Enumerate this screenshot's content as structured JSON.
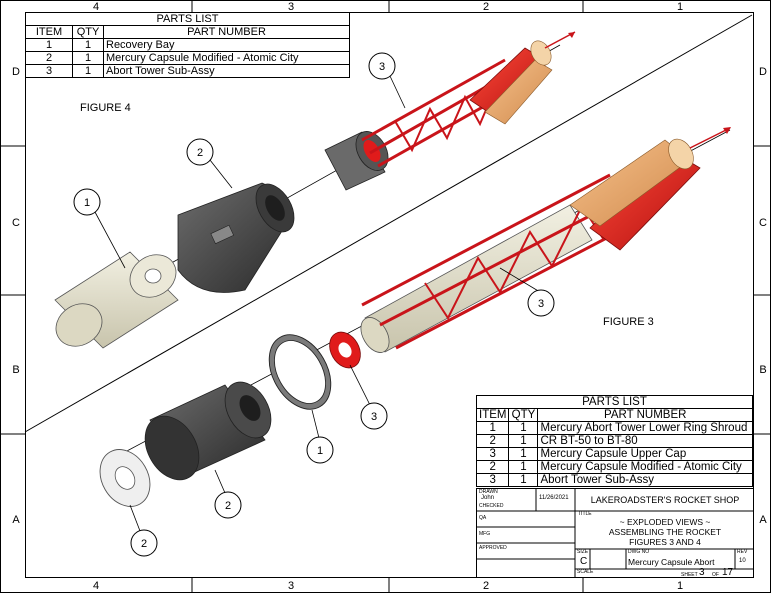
{
  "border": {
    "columns_top": [
      "4",
      "3",
      "2",
      "1"
    ],
    "columns_bottom": [
      "4",
      "3",
      "2",
      "1"
    ],
    "rows_left": [
      "D",
      "C",
      "B",
      "A"
    ],
    "rows_right": [
      "D",
      "C",
      "B",
      "A"
    ]
  },
  "parts_list_top": {
    "title": "PARTS LIST",
    "headers": [
      "ITEM",
      "QTY",
      "PART NUMBER"
    ],
    "rows": [
      [
        "1",
        "1",
        "Recovery Bay"
      ],
      [
        "2",
        "1",
        "Mercury Capsule Modified - Atomic City"
      ],
      [
        "3",
        "1",
        "Abort Tower Sub-Assy"
      ]
    ]
  },
  "parts_list_bottom": {
    "title": "PARTS LIST",
    "headers": [
      "ITEM",
      "QTY",
      "PART NUMBER"
    ],
    "rows": [
      [
        "1",
        "1",
        "Mercury Abort Tower Lower Ring Shroud"
      ],
      [
        "2",
        "1",
        "CR BT-50 to BT-80"
      ],
      [
        "3",
        "1",
        "Mercury Capsule Upper Cap"
      ],
      [
        "2",
        "1",
        "Mercury Capsule Modified - Atomic City"
      ],
      [
        "3",
        "1",
        "Abort Tower Sub-Assy"
      ]
    ]
  },
  "figures": {
    "figure4": "FIGURE 4",
    "figure3": "FIGURE 3"
  },
  "balloons": {
    "fig4_item1": "1",
    "fig4_item2": "2",
    "fig4_item3": "3",
    "fig3_item3_tower": "3",
    "fig3_item3_cap": "3",
    "fig3_item1_ring": "1",
    "fig3_item2_shroud": "2",
    "fig3_item2_cr": "2"
  },
  "title_block": {
    "drawn_label": "DRAWN",
    "drawn_by": "John",
    "drawn_date": "11/26/2021",
    "checked_label": "CHECKED",
    "title_label": "TITLE",
    "qa_label": "QA",
    "mfg_label": "MFG",
    "approved_label": "APPROVED",
    "company": "LAKEROADSTER'S ROCKET SHOP",
    "title_line1": "~ EXPLODED VIEWS ~",
    "title_line2": "ASSEMBLING THE ROCKET",
    "title_line3": "FIGURES 3 AND 4",
    "size_label": "SIZE",
    "size": "C",
    "dwg_label": "DWG NO",
    "dwg_no": "Mercury Capsule Abort",
    "rev_label": "REV",
    "rev": "10",
    "scale_label": "SCALE",
    "sheet_label": "SHEET",
    "sheet": "3",
    "of_label": "OF",
    "sheets": "17"
  },
  "colors": {
    "red": "#e01b1b",
    "tan": "#e9a468",
    "cream": "#e3e0cc",
    "dark": "#3c3c3c",
    "gray": "#6a6a6a"
  }
}
